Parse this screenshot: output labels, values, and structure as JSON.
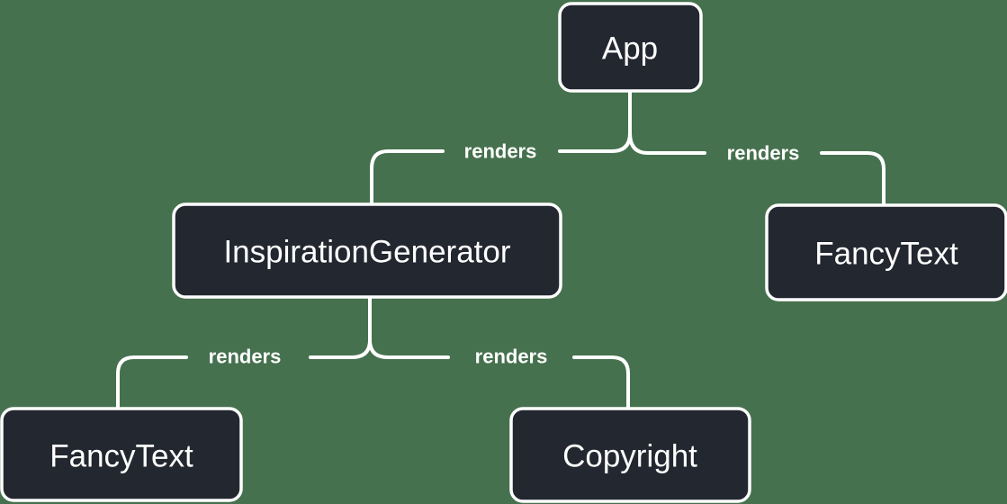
{
  "diagram": {
    "type": "render-tree",
    "colors": {
      "background": "#46714E",
      "node_fill": "#23272F",
      "node_border": "#FFFFFF",
      "node_text": "#FFFFFF",
      "line": "#FFFFFF",
      "edge_label_text": "#FFFFFF"
    },
    "nodes": {
      "app": {
        "label": "App"
      },
      "inspiration_generator": {
        "label": "InspirationGenerator"
      },
      "fancy_text_top": {
        "label": "FancyText"
      },
      "fancy_text_bottom": {
        "label": "FancyText"
      },
      "copyright": {
        "label": "Copyright"
      }
    },
    "edges": [
      {
        "from": "App",
        "to": "InspirationGenerator",
        "label": "renders"
      },
      {
        "from": "App",
        "to": "FancyText",
        "label": "renders"
      },
      {
        "from": "InspirationGenerator",
        "to": "FancyText",
        "label": "renders"
      },
      {
        "from": "InspirationGenerator",
        "to": "Copyright",
        "label": "renders"
      }
    ]
  }
}
